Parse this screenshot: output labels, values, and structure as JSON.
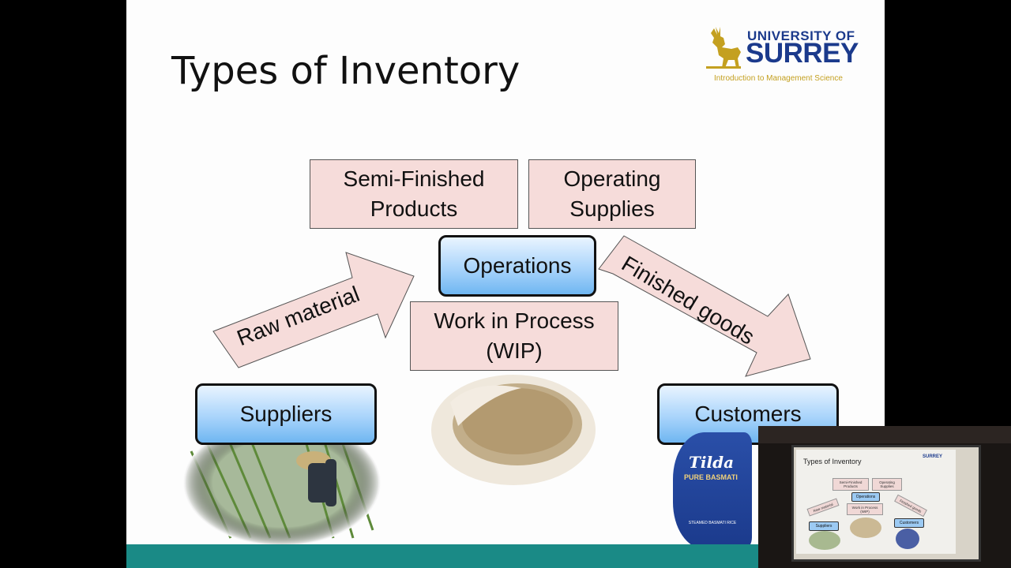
{
  "slide": {
    "title": "Types of Inventory",
    "logo": {
      "line1": "UNIVERSITY OF",
      "line2": "SURREY",
      "subtitle": "Introduction to Management Science"
    },
    "boxes": {
      "semi_finished": "Semi-Finished\nProducts",
      "operating_supplies": "Operating\nSupplies",
      "operations": "Operations",
      "wip": "Work in Process\n(WIP)",
      "suppliers": "Suppliers",
      "customers": "Customers"
    },
    "arrows": {
      "raw_material": "Raw material",
      "finished_goods": "Finished goods"
    },
    "photos": {
      "rice_bag_brand": "Tilda",
      "rice_bag_product": "PURE BASMATI",
      "rice_bag_footer": "STEAMED BASMATI RICE"
    },
    "colors": {
      "pink_fill": "#f6dcda",
      "blue_fill": "#a9d4fb",
      "teal_bar": "#1a8a86",
      "logo_blue": "#1b3a8c",
      "logo_gold": "#c4a020"
    }
  },
  "webcam": {
    "mini_title": "Types of Inventory",
    "mini_logo": "SURREY",
    "mini_semi": "Semi-Finished Products",
    "mini_operating": "Operating Supplies",
    "mini_operations": "Operations",
    "mini_wip": "Work in Process (WIP)",
    "mini_raw": "Raw material",
    "mini_finished": "Finished goods",
    "mini_suppliers": "Suppliers",
    "mini_customers": "Customers"
  }
}
